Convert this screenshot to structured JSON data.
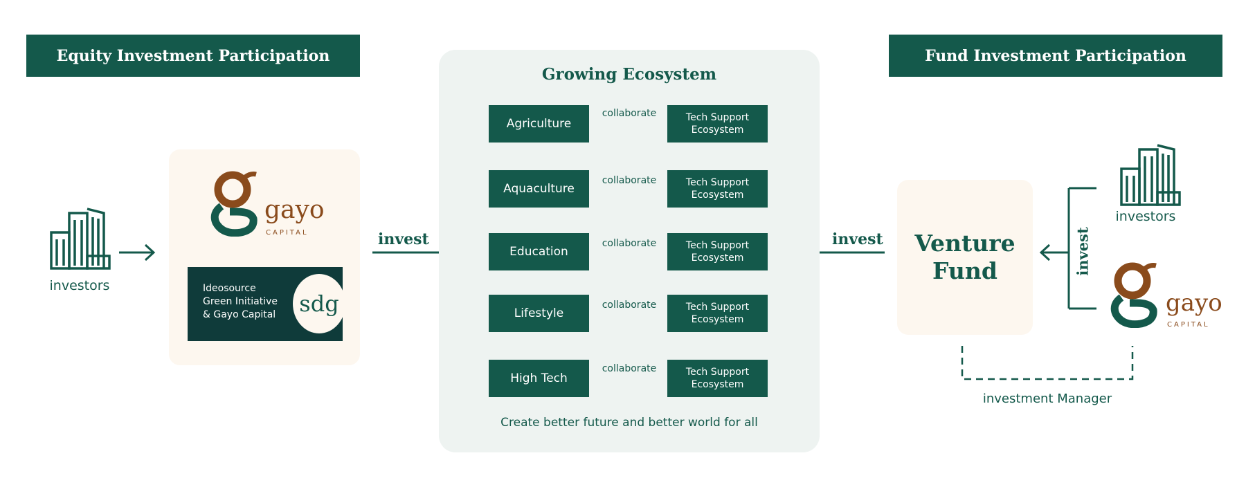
{
  "left_banner": "Equity Investment Participation",
  "right_banner": "Fund Investment Participation",
  "ecosystem": {
    "title": "Growing Ecosystem",
    "tagline": "Create better future and better world for all",
    "rows": [
      {
        "sector": "Agriculture",
        "link": "collaborate",
        "partner": "Tech Support Ecosystem"
      },
      {
        "sector": "Aquaculture",
        "link": "collaborate",
        "partner": "Tech Support Ecosystem"
      },
      {
        "sector": "Education",
        "link": "collaborate",
        "partner": "Tech Support Ecosystem"
      },
      {
        "sector": "Lifestyle",
        "link": "collaborate",
        "partner": "Tech Support Ecosystem"
      },
      {
        "sector": "High Tech",
        "link": "collaborate",
        "partner": "Tech Support Ecosystem"
      }
    ]
  },
  "left": {
    "investors_label": "investors",
    "gayo_word": "gayo",
    "gayo_capital": "CAPITAL",
    "sdg_text_1": "Ideosource",
    "sdg_text_2": "Green Initiative",
    "sdg_text_3": "& Gayo Capital",
    "sdg_logo": "sdg",
    "invest_label": "invest"
  },
  "right": {
    "invest_label_left": "invest",
    "venture_fund_1": "Venture",
    "venture_fund_2": "Fund",
    "invest_label_vertical": "invest",
    "investors_label": "investors",
    "gayo_word": "gayo",
    "gayo_capital": "CAPITAL",
    "manager_label": "investment Manager"
  },
  "colors": {
    "primary": "#14594b",
    "brown": "#8a4b1c",
    "cream": "#fdf7ef",
    "panel": "#eef3f1",
    "navy": "#0f3b3a"
  }
}
